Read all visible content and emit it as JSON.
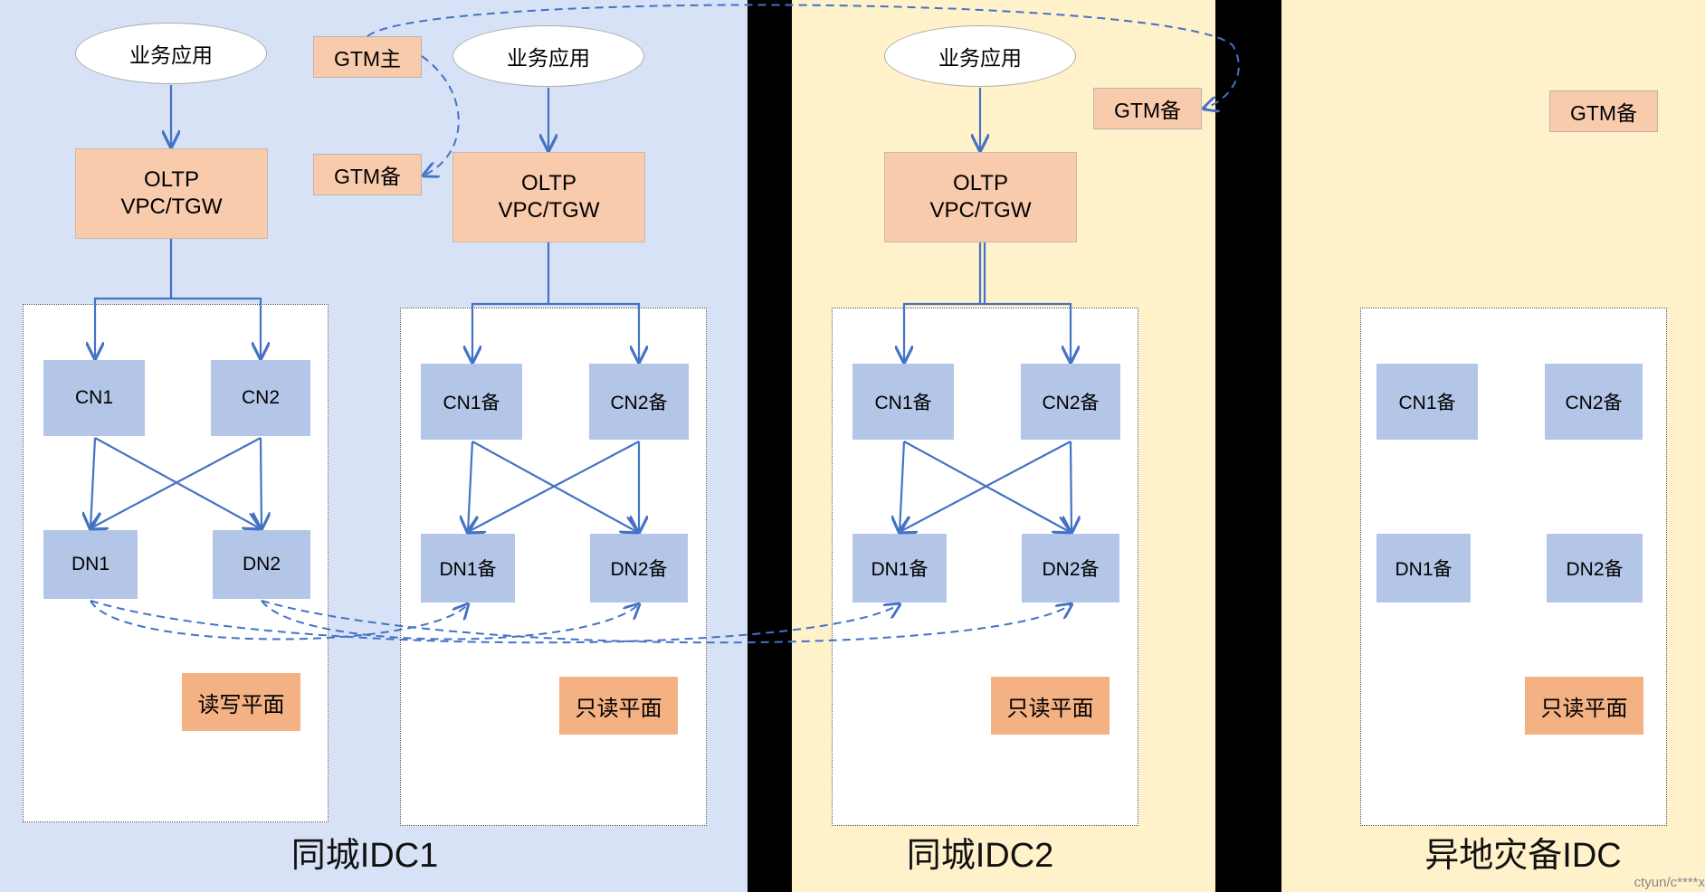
{
  "regions": {
    "idc1": {
      "label": "同城IDC1"
    },
    "idc2": {
      "label": "同城IDC2"
    },
    "dr": {
      "label": "异地灾备IDC"
    }
  },
  "business_app": "业务应用",
  "oltp_label": "OLTP\nVPC/TGW",
  "gtm": {
    "primary": "GTM主",
    "standby": "GTM备"
  },
  "nodes_primary": {
    "cn1": "CN1",
    "cn2": "CN2",
    "dn1": "DN1",
    "dn2": "DN2"
  },
  "nodes_standby": {
    "cn1": "CN1备",
    "cn2": "CN2备",
    "dn1": "DN1备",
    "dn2": "DN2备"
  },
  "planes": {
    "read_write": "读写平面",
    "read_only": "只读平面"
  },
  "watermark": "ctyun/c****x",
  "colors": {
    "idc1_bg": "#d8e2f6",
    "idc2_bg": "#fff1ca",
    "node_blue": "#b4c6e7",
    "oltp_peach": "#f8cbad",
    "plane_orange": "#f4b183",
    "arrow": "#4472c4"
  }
}
